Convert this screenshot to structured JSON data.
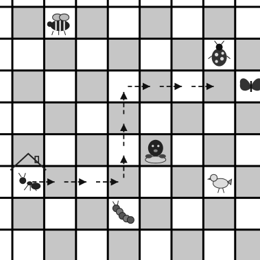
{
  "board": {
    "rows": 8,
    "cols": 8,
    "dark_color": "#c6c6c6",
    "light_color": "#ffffff",
    "grid_color": "#000000",
    "arrow_color": "#111111",
    "path": [
      [
        5,
        0
      ],
      [
        5,
        1
      ],
      [
        5,
        2
      ],
      [
        5,
        3
      ],
      [
        4,
        3
      ],
      [
        3,
        3
      ],
      [
        2,
        3
      ],
      [
        2,
        4
      ],
      [
        2,
        5
      ],
      [
        2,
        6
      ]
    ],
    "pictures": [
      {
        "name": "bee-icon",
        "row": 0,
        "col": 1
      },
      {
        "name": "ladybug-icon",
        "row": 1,
        "col": 6
      },
      {
        "name": "butterfly-icon",
        "row": 2,
        "col": 7
      },
      {
        "name": "mole-icon",
        "row": 4,
        "col": 4
      },
      {
        "name": "house-icon",
        "row": 4,
        "col": 0
      },
      {
        "name": "ant-icon",
        "row": 5,
        "col": 0
      },
      {
        "name": "bird-icon",
        "row": 5,
        "col": 6
      },
      {
        "name": "caterpillar-icon",
        "row": 6,
        "col": 3
      }
    ]
  }
}
